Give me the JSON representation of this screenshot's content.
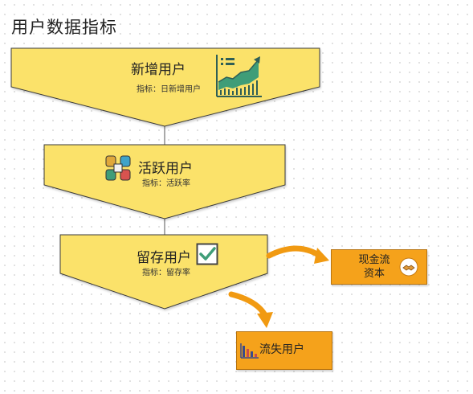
{
  "page_title": "用户数据指标",
  "stages": [
    {
      "title": "新增用户",
      "metric_label": "指标：",
      "metric_value": "日新增用户",
      "icon": "growth-chart-icon"
    },
    {
      "title": "活跃用户",
      "metric_label": "指标：",
      "metric_value": "活跃率",
      "icon": "hands-together-icon"
    },
    {
      "title": "留存用户",
      "metric_label": "指标：",
      "metric_value": "留存率",
      "icon": "checkbox-check-icon"
    }
  ],
  "outcomes": [
    {
      "line1": "现金流",
      "line2": "资本",
      "icon": "handshake-icon"
    },
    {
      "line1": "流失用户",
      "icon": "declining-chart-icon"
    }
  ],
  "colors": {
    "stage_fill": "#fbe26a",
    "stage_stroke": "#3a3a3a",
    "outcome_fill": "#f5a21b",
    "arrow": "#f19a12",
    "icon_green": "#3f9d78",
    "icon_dark": "#2f5f56"
  }
}
